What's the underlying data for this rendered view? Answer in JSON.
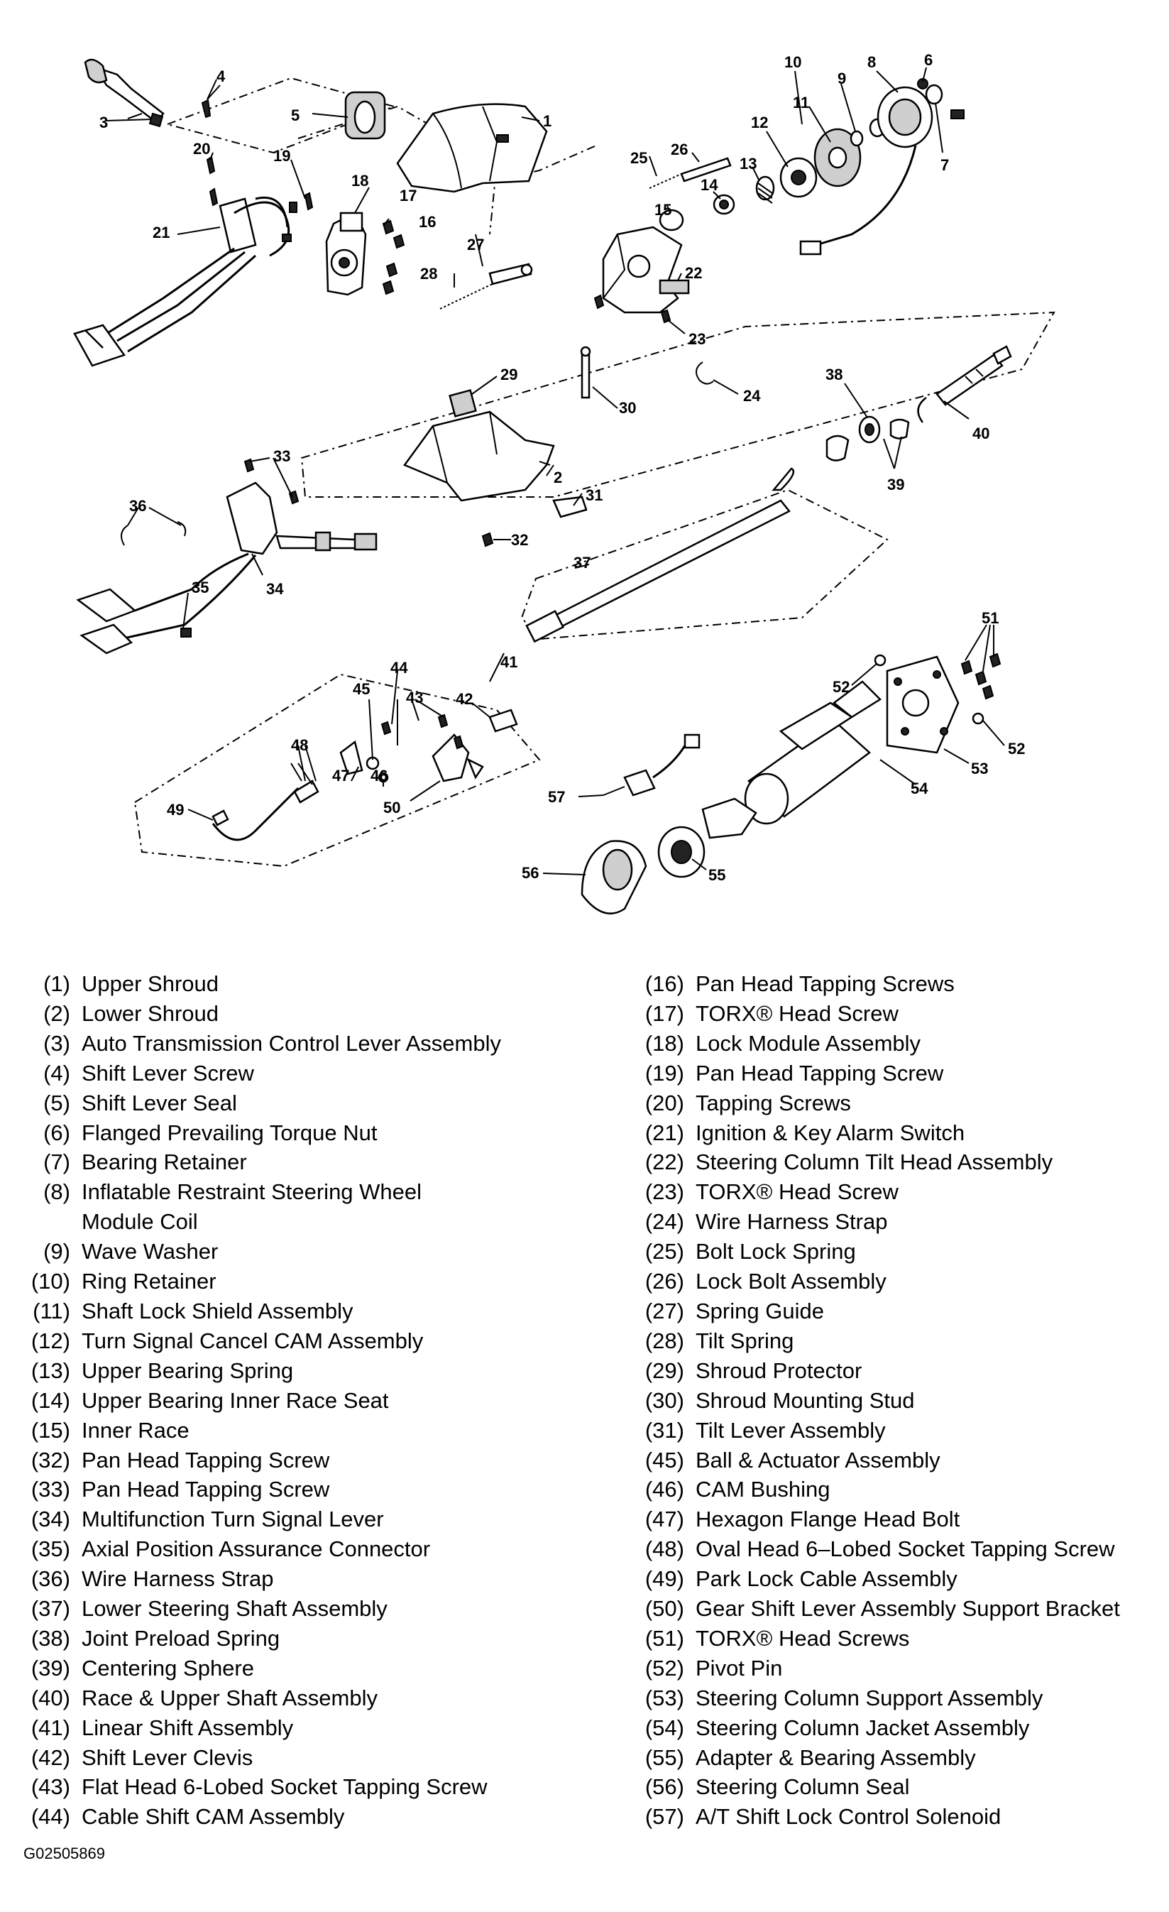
{
  "callouts": [
    "1",
    "2",
    "3",
    "4",
    "5",
    "6",
    "7",
    "8",
    "9",
    "10",
    "11",
    "12",
    "13",
    "14",
    "15",
    "16",
    "17",
    "18",
    "19",
    "20",
    "21",
    "22",
    "23",
    "24",
    "25",
    "26",
    "27",
    "28",
    "29",
    "30",
    "31",
    "32",
    "33",
    "34",
    "35",
    "36",
    "37",
    "38",
    "39",
    "40",
    "41",
    "42",
    "43",
    "44",
    "45",
    "46",
    "47",
    "48",
    "49",
    "50",
    "51",
    "52",
    "53",
    "54",
    "55",
    "56",
    "57"
  ],
  "legend_left": [
    {
      "num": "(1)",
      "label": "Upper Shroud"
    },
    {
      "num": "(2)",
      "label": "Lower Shroud"
    },
    {
      "num": "(3)",
      "label": "Auto Transmission Control Lever Assembly"
    },
    {
      "num": "(4)",
      "label": "Shift Lever Screw"
    },
    {
      "num": "(5)",
      "label": "Shift Lever Seal"
    },
    {
      "num": "(6)",
      "label": "Flanged Prevailing Torque Nut"
    },
    {
      "num": "(7)",
      "label": "Bearing Retainer"
    },
    {
      "num": "(8)",
      "label": "Inflatable Restraint Steering Wheel\nModule Coil"
    },
    {
      "num": "(9)",
      "label": "Wave Washer"
    },
    {
      "num": "(10)",
      "label": "Ring Retainer"
    },
    {
      "num": "(11)",
      "label": "Shaft Lock Shield Assembly"
    },
    {
      "num": "(12)",
      "label": "Turn Signal Cancel CAM Assembly"
    },
    {
      "num": "(13)",
      "label": "Upper Bearing Spring"
    },
    {
      "num": "(14)",
      "label": "Upper Bearing Inner Race Seat"
    },
    {
      "num": "(15)",
      "label": "Inner Race"
    },
    {
      "num": "(32)",
      "label": "Pan Head Tapping Screw"
    },
    {
      "num": "(33)",
      "label": "Pan Head Tapping Screw"
    },
    {
      "num": "(34)",
      "label": "Multifunction Turn Signal Lever"
    },
    {
      "num": "(35)",
      "label": "Axial Position Assurance Connector"
    },
    {
      "num": "(36)",
      "label": "Wire Harness Strap"
    },
    {
      "num": "(37)",
      "label": "Lower Steering Shaft Assembly"
    },
    {
      "num": "(38)",
      "label": "Joint Preload Spring"
    },
    {
      "num": "(39)",
      "label": "Centering Sphere"
    },
    {
      "num": "(40)",
      "label": "Race & Upper Shaft Assembly"
    },
    {
      "num": "(41)",
      "label": "Linear Shift Assembly"
    },
    {
      "num": "(42)",
      "label": "Shift Lever Clevis"
    },
    {
      "num": "(43)",
      "label": "Flat Head 6-Lobed Socket Tapping Screw"
    },
    {
      "num": "(44)",
      "label": "Cable Shift CAM Assembly"
    }
  ],
  "legend_right": [
    {
      "num": "(16)",
      "label": "Pan Head Tapping Screws"
    },
    {
      "num": "(17)",
      "label": "TORX® Head Screw"
    },
    {
      "num": "(18)",
      "label": "Lock Module Assembly"
    },
    {
      "num": "(19)",
      "label": "Pan Head Tapping Screw"
    },
    {
      "num": "(20)",
      "label": "Tapping Screws"
    },
    {
      "num": "(21)",
      "label": "Ignition & Key Alarm Switch"
    },
    {
      "num": "(22)",
      "label": "Steering Column Tilt Head Assembly"
    },
    {
      "num": "(23)",
      "label": "TORX® Head Screw"
    },
    {
      "num": "(24)",
      "label": "Wire Harness Strap"
    },
    {
      "num": "(25)",
      "label": "Bolt Lock Spring"
    },
    {
      "num": "(26)",
      "label": "Lock Bolt Assembly"
    },
    {
      "num": "(27)",
      "label": "Spring Guide"
    },
    {
      "num": "(28)",
      "label": "Tilt Spring"
    },
    {
      "num": "(29)",
      "label": "Shroud Protector"
    },
    {
      "num": "(30)",
      "label": "Shroud Mounting Stud"
    },
    {
      "num": "(31)",
      "label": "Tilt Lever Assembly"
    },
    {
      "num": "(45)",
      "label": "Ball & Actuator Assembly"
    },
    {
      "num": "(46)",
      "label": "CAM Bushing"
    },
    {
      "num": "(47)",
      "label": "Hexagon Flange Head Bolt"
    },
    {
      "num": "(48)",
      "label": "Oval Head 6–Lobed Socket Tapping Screw"
    },
    {
      "num": "(49)",
      "label": "Park Lock Cable Assembly"
    },
    {
      "num": "(50)",
      "label": "Gear Shift Lever Assembly Support Bracket"
    },
    {
      "num": "(51)",
      "label": "TORX® Head Screws"
    },
    {
      "num": "(52)",
      "label": "Pivot Pin"
    },
    {
      "num": "(53)",
      "label": "Steering Column Support Assembly"
    },
    {
      "num": "(54)",
      "label": "Steering Column Jacket Assembly"
    },
    {
      "num": "(55)",
      "label": "Adapter & Bearing Assembly"
    },
    {
      "num": "(56)",
      "label": "Steering Column Seal"
    },
    {
      "num": "(57)",
      "label": "A/T Shift Lock Control Solenoid"
    }
  ],
  "figure_id": "G02505869"
}
